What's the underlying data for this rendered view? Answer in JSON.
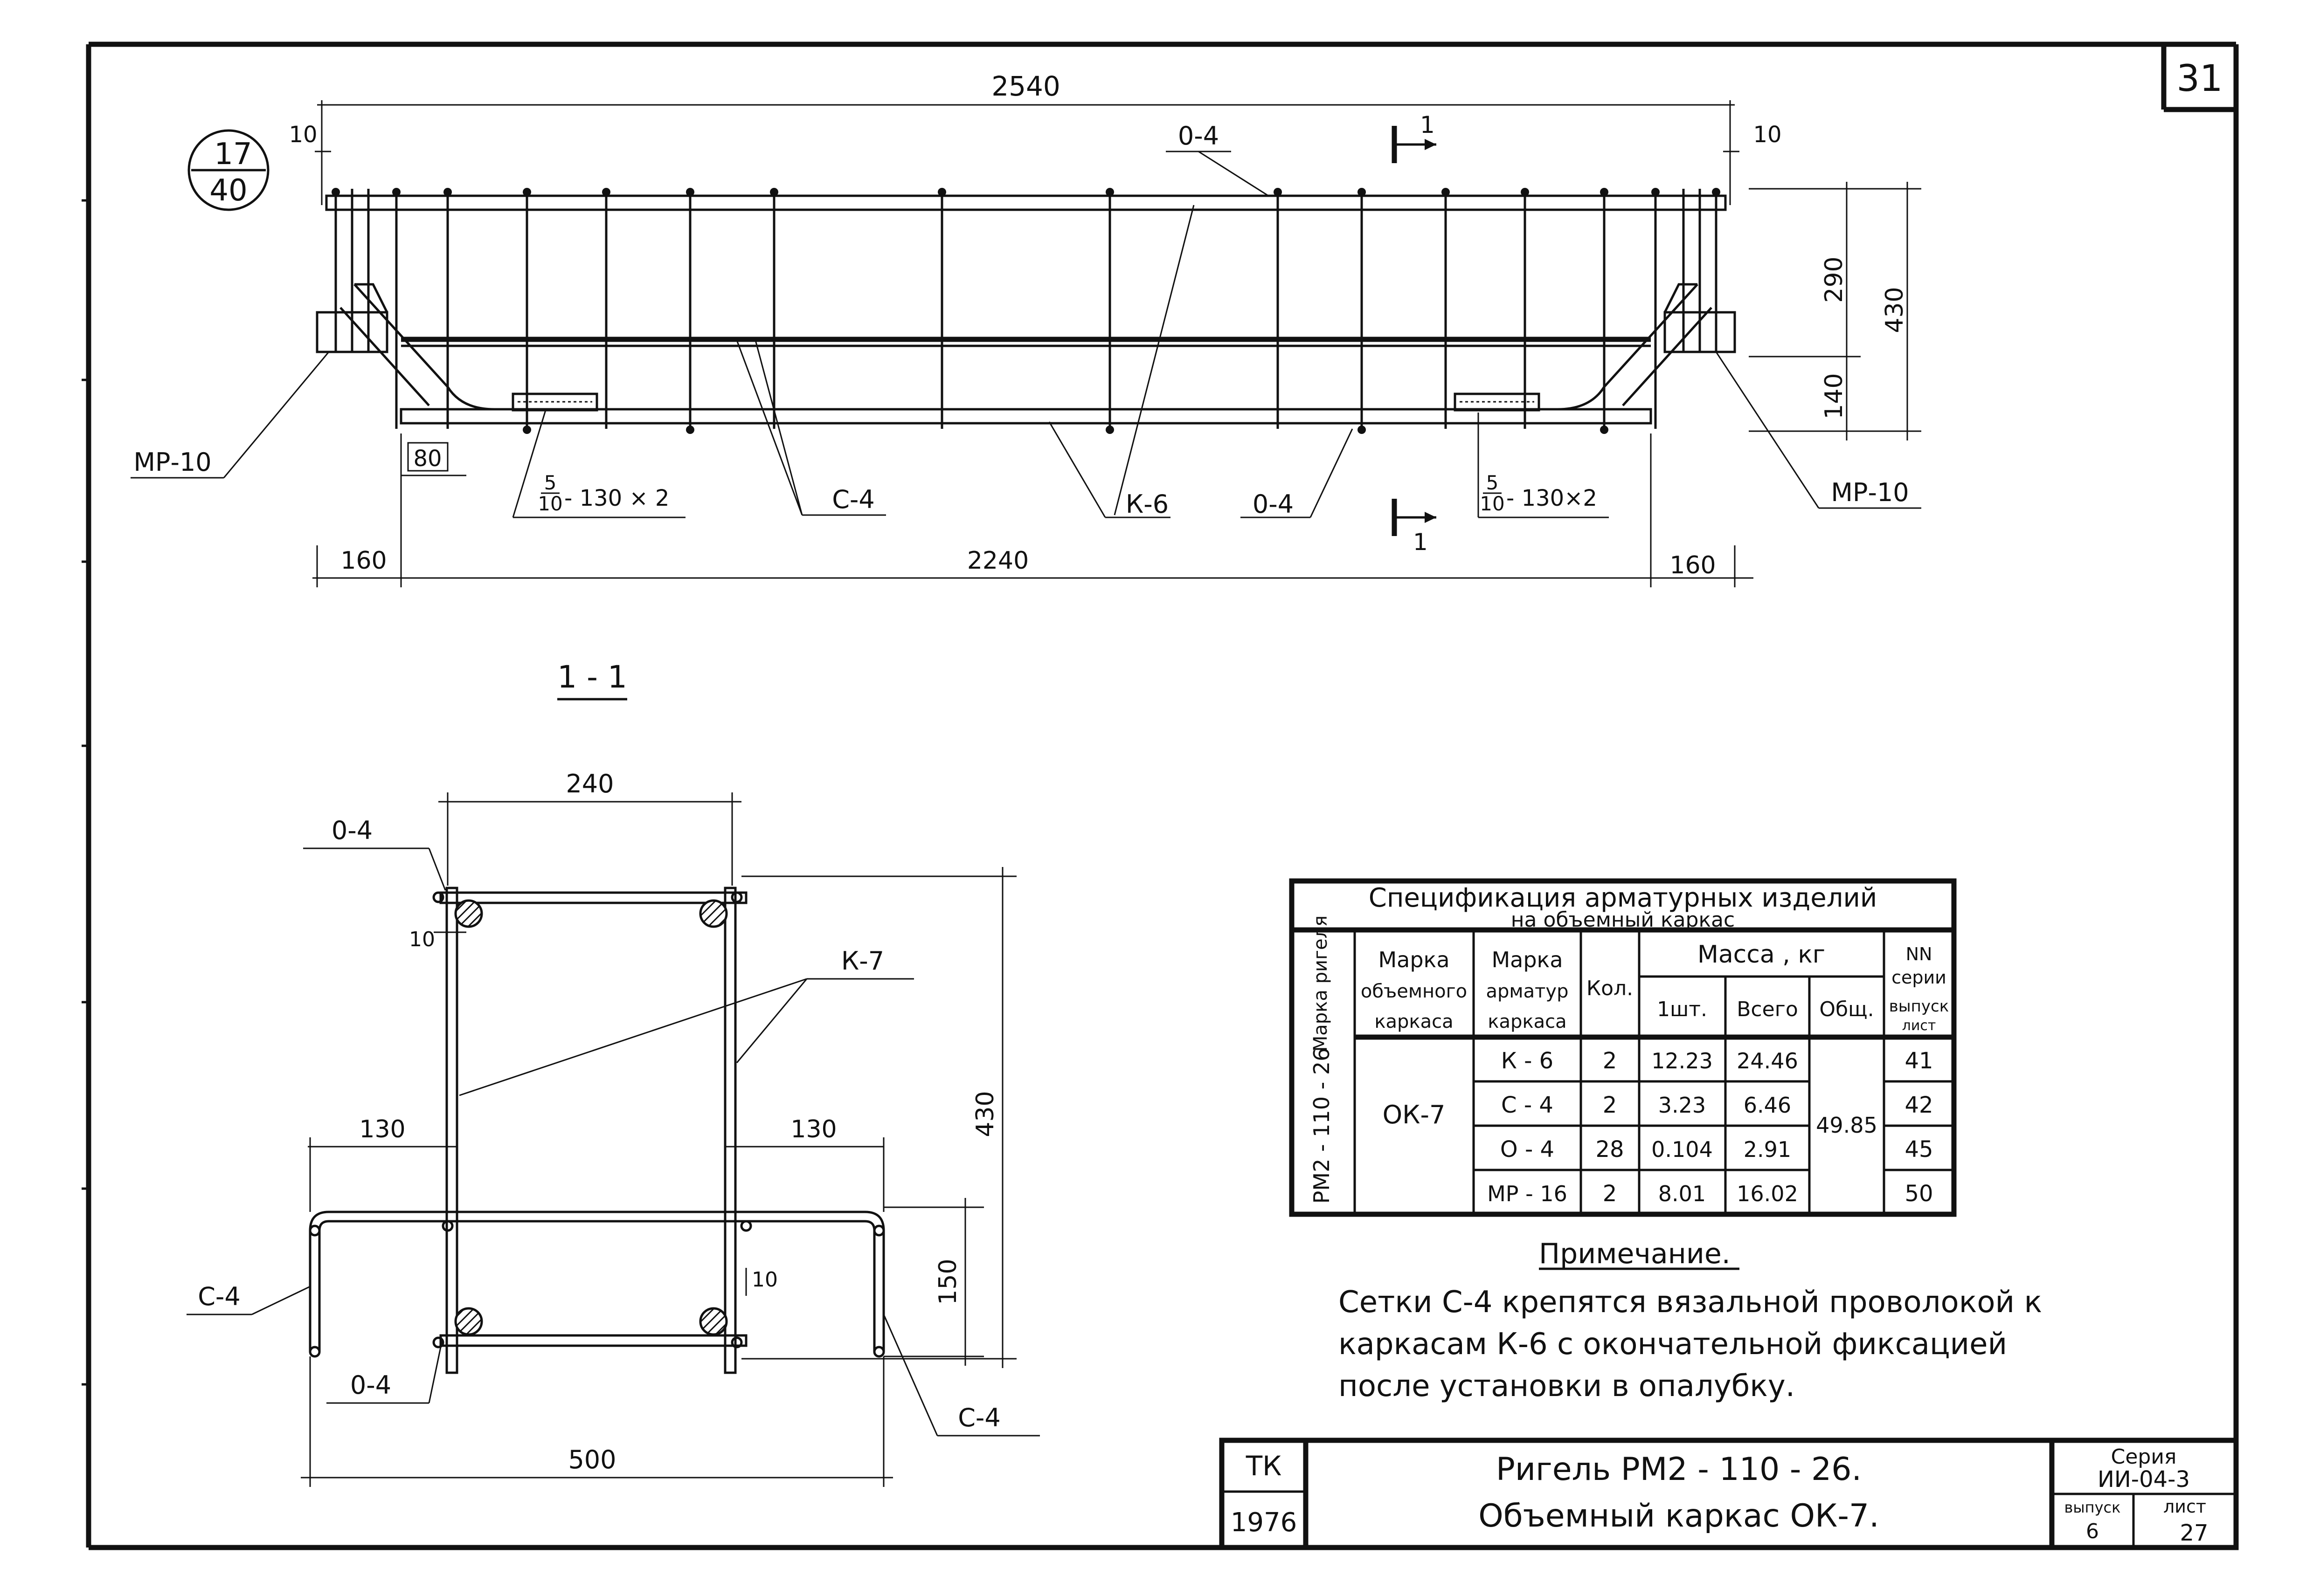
{
  "sheet_number": "31",
  "circle_ref": {
    "top": "17",
    "bottom": "40"
  },
  "elevation": {
    "dim_total": "2540",
    "dim_clear": "2240",
    "dim_end_left": "160",
    "dim_end_right": "160",
    "dim_gap_left": "10",
    "dim_gap_right": "10",
    "dim_80": "80",
    "dim_290": "290",
    "dim_140": "140",
    "dim_430": "430",
    "labels": {
      "o4_top": "0-4",
      "o4_bottom": "0-4",
      "mp10_left": "МР-10",
      "mp10_right": "МР-10",
      "c4": "С-4",
      "k6": "К-6",
      "weld_left": "- 130 × 2",
      "weld_right": "- 130×2",
      "frac_num": "5",
      "frac_den": "10",
      "cut_mark": "1"
    }
  },
  "section": {
    "title": "1 - 1",
    "dim_240": "240",
    "dim_130_left": "130",
    "dim_130_right": "130",
    "dim_500": "500",
    "dim_430": "430",
    "dim_150": "150",
    "dim_10_a": "10",
    "dim_10_b": "10",
    "labels": {
      "o4_top": "0-4",
      "o4_bottom": "0-4",
      "k7": "К-7",
      "c4_left": "С-4",
      "c4_right": "С-4"
    }
  },
  "spec": {
    "title_line1": "Спецификация арматурных изделий",
    "title_line2": "на объемный каркас",
    "headers": {
      "marka_rigelya": "Марка ригеля",
      "marka_karkasa": [
        "Марка",
        "объемного",
        "каркаса"
      ],
      "marka_armatur": [
        "Марка",
        "арматур",
        "каркаса"
      ],
      "kol": "Кол.",
      "massa": "Масса , кг",
      "m1": "1шт.",
      "m_vsego": "Всего",
      "m_obsh": "Общ.",
      "nn": [
        "NN",
        "серии",
        "выпуск",
        "лист"
      ]
    },
    "rigel": "РМ2 - 110 - 26",
    "karkas": "ОК-7",
    "total": "49.85",
    "rows": [
      {
        "armatur": "К - 6",
        "kol": "2",
        "m1": "12.23",
        "vsego": "24.46",
        "list": "41"
      },
      {
        "armatur": "С - 4",
        "kol": "2",
        "m1": "3.23",
        "vsego": "6.46",
        "list": "42"
      },
      {
        "armatur": "О - 4",
        "kol": "28",
        "m1": "0.104",
        "vsego": "2.91",
        "list": "45"
      },
      {
        "armatur": "МР - 16",
        "kol": "2",
        "m1": "8.01",
        "vsego": "16.02",
        "list": "50"
      }
    ]
  },
  "note": {
    "title": "Примечание.",
    "lines": [
      "Сетки С-4 крепятся вязальной проволокой к",
      "каркасам К-6 с окончательной фиксацией",
      "после установки в опалубку."
    ]
  },
  "stamp": {
    "org": "ТК",
    "year": "1976",
    "title1": "Ригель     РМ2 - 110 - 26.",
    "title2": "Объемный  каркас   ОК-7.",
    "seria_label": "Серия",
    "seria": "ИИ-04-3",
    "vypusk_label": "выпуск",
    "vypusk": "6",
    "list_label": "лист",
    "list": "27"
  }
}
